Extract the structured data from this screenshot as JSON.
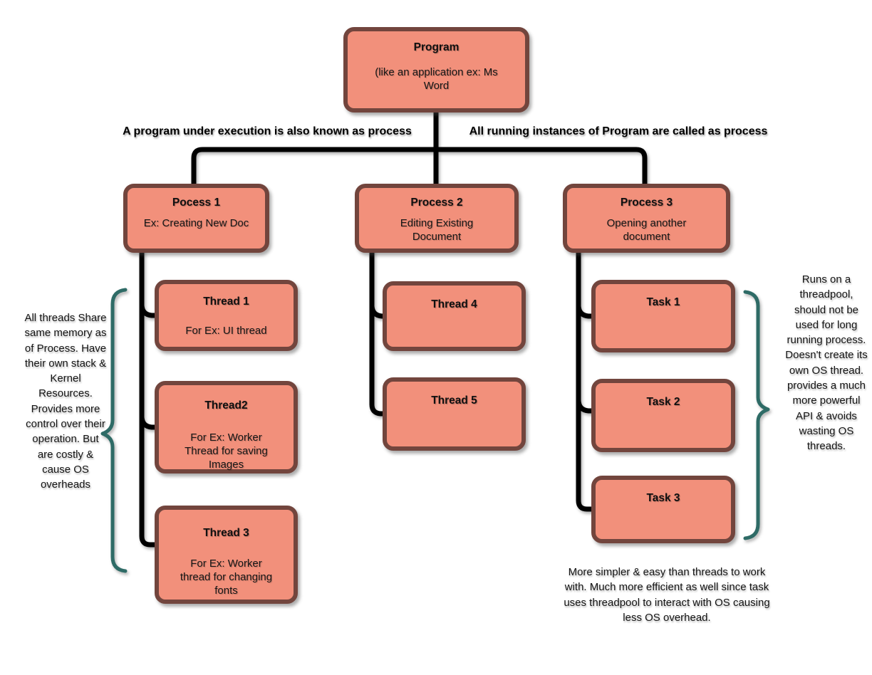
{
  "diagram": {
    "program": {
      "title": "Program",
      "body": "(like an application ex:  Ms Word"
    },
    "edge_labels": {
      "left": "A program under execution is also known as process",
      "right": "All running instances of Program are called as process"
    },
    "processes": [
      {
        "title": "Pocess 1",
        "body": "Ex: Creating New Doc"
      },
      {
        "title": "Process 2",
        "body": "Editing Existing Document"
      },
      {
        "title": "Process 3",
        "body": "Opening another document"
      }
    ],
    "children": {
      "process1": [
        {
          "title": "Thread 1",
          "body": "For Ex: UI thread"
        },
        {
          "title": "Thread2",
          "body": "For Ex: Worker Thread for saving Images"
        },
        {
          "title": "Thread 3",
          "body": "For Ex: Worker thread for changing fonts"
        }
      ],
      "process2": [
        {
          "title": "Thread 4"
        },
        {
          "title": "Thread 5"
        }
      ],
      "process3": [
        {
          "title": "Task 1"
        },
        {
          "title": "Task 2"
        },
        {
          "title": "Task 3"
        }
      ]
    },
    "annotations": {
      "left": "All threads Share same memory as of Process. Have their own stack & Kernel Resources. Provides more control over their operation. But are costly & cause OS overheads",
      "right": "Runs on a threadpool, should not be used for long running process. Doesn't create its own OS thread. provides a much more powerful API & avoids wasting OS threads.",
      "bottom": "More simpler & easy than threads to work with. Much more efficient as well since task uses threadpool to interact with OS causing less OS overhead."
    },
    "colors": {
      "box_fill": "#F2907B",
      "box_border": "#72453D",
      "connector": "#000000",
      "brace": "#2E6B66"
    }
  }
}
